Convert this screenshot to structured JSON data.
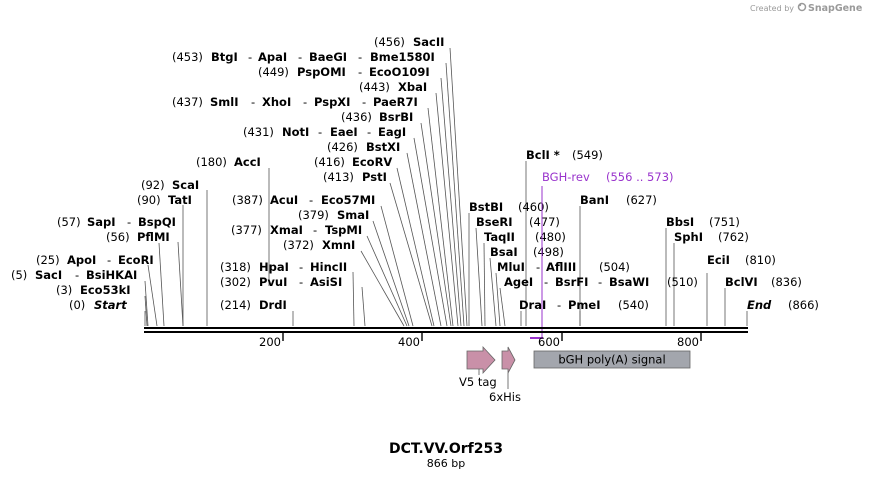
{
  "credit": {
    "created_by": "Created by",
    "brand": "SnapGene"
  },
  "map": {
    "name": "DCT.VV.Orf253",
    "length_label": "866 bp",
    "backbone_ticks": [
      "200",
      "400",
      "600",
      "800"
    ],
    "rows": {
      "r456": {
        "pos": "(456)",
        "e1": "SacII"
      },
      "r453": {
        "pos": "(453)",
        "e1": "BtgI",
        "sep1": "-",
        "e2": "ApaI",
        "sep2": "-",
        "e3": "BaeGI",
        "sep3": "-",
        "e4": "Bme1580I"
      },
      "r449": {
        "pos": "(449)",
        "e1": "PspOMI",
        "sep1": "-",
        "e2": "EcoO109I"
      },
      "r443": {
        "pos": "(443)",
        "e1": "XbaI"
      },
      "r437": {
        "pos": "(437)",
        "e1": "SmlI",
        "sep1": "-",
        "e2": "XhoI",
        "sep2": "-",
        "e3": "PspXI",
        "sep3": "-",
        "e4": "PaeR7I"
      },
      "r436": {
        "pos": "(436)",
        "e1": "BsrBI"
      },
      "r431": {
        "pos": "(431)",
        "e1": "NotI",
        "sep1": "-",
        "e2": "EaeI",
        "sep2": "-",
        "e3": "EagI"
      },
      "r426": {
        "pos": "(426)",
        "e1": "BstXI"
      },
      "r180": {
        "pos": "(180)",
        "e1": "AccI"
      },
      "r416": {
        "pos": "(416)",
        "e1": "EcoRV"
      },
      "r413": {
        "pos": "(413)",
        "e1": "PstI"
      },
      "r92": {
        "pos": "(92)",
        "e1": "ScaI"
      },
      "r90": {
        "pos": "(90)",
        "e1": "TatI"
      },
      "r387": {
        "pos": "(387)",
        "e1": "AcuI",
        "sep1": "-",
        "e2": "Eco57MI"
      },
      "r379": {
        "pos": "(379)",
        "e1": "SmaI"
      },
      "r57": {
        "pos": "(57)",
        "e1": "SapI",
        "sep1": "-",
        "e2": "BspQI"
      },
      "r56": {
        "pos": "(56)",
        "e1": "PflMI"
      },
      "r377": {
        "pos": "(377)",
        "e1": "XmaI",
        "sep1": "-",
        "e2": "TspMI"
      },
      "r372": {
        "pos": "(372)",
        "e1": "XmnI"
      },
      "r25": {
        "pos": "(25)",
        "e1": "ApoI",
        "sep1": "-",
        "e2": "EcoRI"
      },
      "r318": {
        "pos": "(318)",
        "e1": "HpaI",
        "sep1": "-",
        "e2": "HincII"
      },
      "r5": {
        "pos": "(5)",
        "e1": "SacI",
        "sep1": "-",
        "e2": "BsiHKAI"
      },
      "r302": {
        "pos": "(302)",
        "e1": "PvuI",
        "sep1": "-",
        "e2": "AsiSI"
      },
      "r3": {
        "pos": "(3)",
        "e1": "Eco53kI"
      },
      "r0": {
        "pos": "(0)",
        "e1": "Start"
      },
      "r214": {
        "pos": "(214)",
        "e1": "DrdI"
      },
      "r549": {
        "pos": "(549)",
        "e1": "BclI *"
      },
      "r460": {
        "pos": "(460)",
        "e1": "BstBI"
      },
      "r627": {
        "pos": "(627)",
        "e1": "BanI"
      },
      "r477": {
        "pos": "(477)",
        "e1": "BseRI"
      },
      "r751": {
        "pos": "(751)",
        "e1": "BbsI"
      },
      "r480": {
        "pos": "(480)",
        "e1": "TaqII"
      },
      "r762": {
        "pos": "(762)",
        "e1": "SphI"
      },
      "r498": {
        "pos": "(498)",
        "e1": "BsaI"
      },
      "r504": {
        "pos": "(504)",
        "e1": "MluI",
        "sep1": "-",
        "e2": "AflIII"
      },
      "r810": {
        "pos": "(810)",
        "e1": "EciI"
      },
      "r510": {
        "pos": "(510)",
        "e1": "AgeI",
        "sep1": "-",
        "e2": "BsrFI",
        "sep2": "-",
        "e3": "BsaWI"
      },
      "r836": {
        "pos": "(836)",
        "e1": "BclVI"
      },
      "r540": {
        "pos": "(540)",
        "e1": "DraI",
        "sep1": "-",
        "e2": "PmeI"
      },
      "r866": {
        "pos": "(866)",
        "e1": "End"
      }
    },
    "primer": {
      "name": "BGH-rev",
      "range": "(556 .. 573)",
      "color": "#9933cc"
    },
    "features": {
      "v5": {
        "label": "V5 tag",
        "color": "#c990a8"
      },
      "his": {
        "label": "6xHis",
        "color": "#c990a8"
      },
      "bgh": {
        "label": "bGH poly(A) signal",
        "color": "#a3a6ad"
      }
    }
  }
}
